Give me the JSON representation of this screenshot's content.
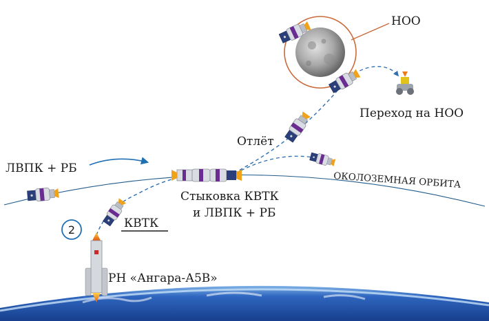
{
  "labels": {
    "noo": "НОО",
    "transfer_noo": "Переход на НОО",
    "departure": "Отлёт",
    "lvpk_rb": "ЛВПК + РБ",
    "leo_orbit": "ОКОЛОЗЕМНАЯ ОРБИТА",
    "docking_line1": "Стыковка КВТК",
    "docking_line2": "и ЛВПК + РБ",
    "kvtk": "КВТК",
    "stage_number": "2",
    "rocket": "РН «Ангара-А5В»"
  },
  "colors": {
    "orbit_line": "#1f5a8a",
    "trajectory": "#2d6fb0",
    "arrow": "#1f6fb5",
    "moon_orbit": "#c9693a",
    "spacecraft_body": "#d9dde3",
    "spacecraft_accent": "#6a2c91",
    "solar_panel": "#2b3f7a",
    "earth_blue": "#1e4fa8",
    "rocket_flame": "#f07a18"
  },
  "icons": {
    "moon": "moon-icon",
    "spacecraft": "spacecraft-icon",
    "rocket": "rocket-icon",
    "lander": "lander-icon",
    "earth": "earth-horizon"
  }
}
